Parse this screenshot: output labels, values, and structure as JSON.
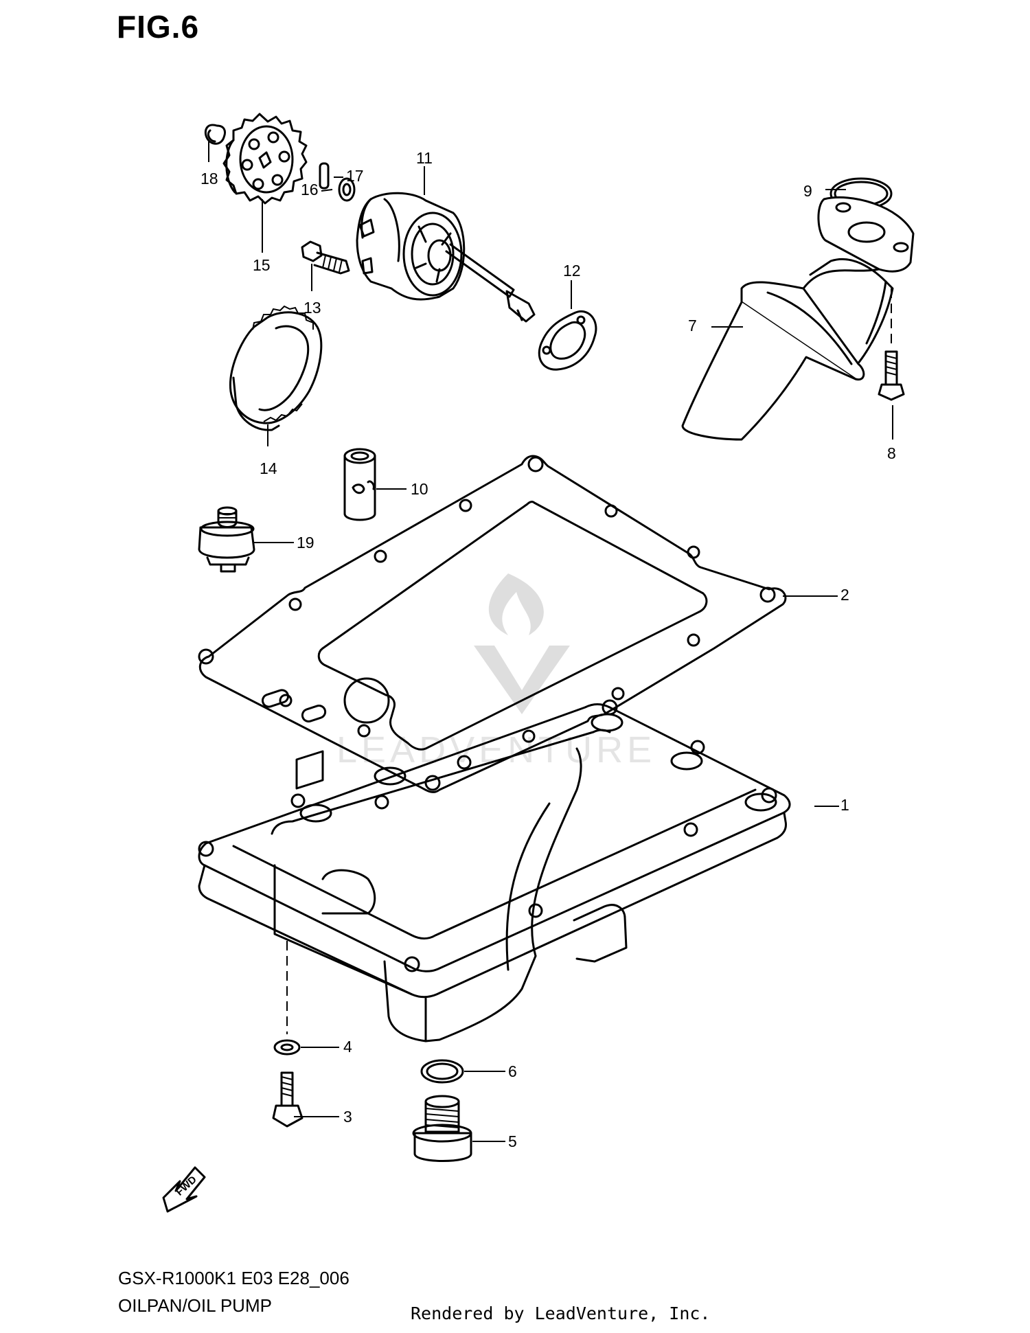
{
  "figure": {
    "title": "FIG.6",
    "model_code": "GSX-R1000K1 E03 E28_006",
    "section_name": "OILPAN/OIL PUMP",
    "render_credit": "Rendered by LeadVenture, Inc.",
    "watermark": "LEADVENTURE"
  },
  "callouts": [
    {
      "id": "1",
      "label": "1"
    },
    {
      "id": "2",
      "label": "2"
    },
    {
      "id": "3",
      "label": "3"
    },
    {
      "id": "4",
      "label": "4"
    },
    {
      "id": "5",
      "label": "5"
    },
    {
      "id": "6",
      "label": "6"
    },
    {
      "id": "7",
      "label": "7"
    },
    {
      "id": "8",
      "label": "8"
    },
    {
      "id": "9",
      "label": "9"
    },
    {
      "id": "10",
      "label": "10"
    },
    {
      "id": "11",
      "label": "11"
    },
    {
      "id": "12",
      "label": "12"
    },
    {
      "id": "13",
      "label": "13"
    },
    {
      "id": "14",
      "label": "14"
    },
    {
      "id": "15",
      "label": "15"
    },
    {
      "id": "16",
      "label": "16"
    },
    {
      "id": "17",
      "label": "17"
    },
    {
      "id": "18",
      "label": "18"
    },
    {
      "id": "19",
      "label": "19"
    }
  ],
  "direction_arrow": {
    "label": "FWD",
    "icon": "forward-arrow-icon"
  }
}
